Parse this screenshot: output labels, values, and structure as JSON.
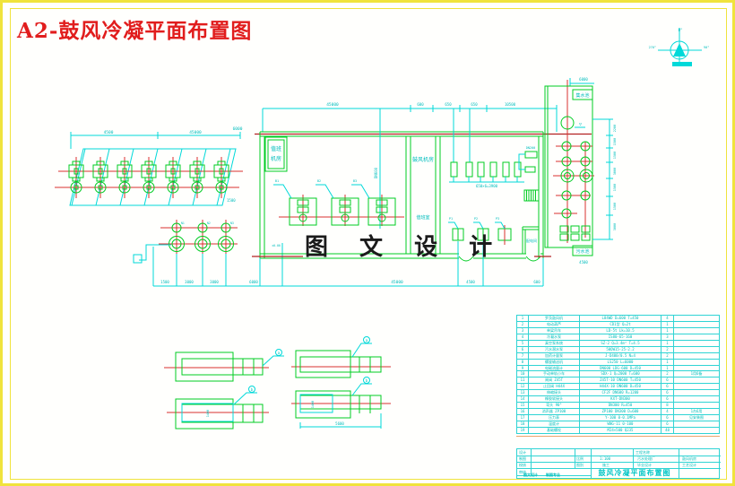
{
  "page": {
    "title": "A2-鼓风冷凝平面布置图",
    "watermark": "图 文 设 计"
  },
  "colors": {
    "cyan": "#00d9d9",
    "green": "#00cc22",
    "centerline_red": "#d93030",
    "wall_red": "#b32222",
    "frame_yellow": "#f0e33c",
    "title_red": "#e11d1d"
  },
  "compass": {
    "top": "0°",
    "left": "270°",
    "right": "90°"
  },
  "plan": {
    "left_row": {
      "dims": [
        "4500",
        "45000",
        "6000"
      ],
      "slope_note": "1500"
    },
    "cluster": {
      "dims": [
        "1500",
        "3000",
        "3000",
        "6000"
      ],
      "tags": [
        "N1",
        "N2",
        "N3"
      ]
    },
    "building": {
      "top_dims": [
        "45000",
        "600",
        "650",
        "650",
        "10500"
      ],
      "bottom_dims": [
        "45000",
        "4500",
        "600"
      ],
      "room_tl_line1": "值班",
      "room_tl_line2": "机房",
      "room_mid_top": "鼓风机房",
      "room_mid_bottom": "值班室",
      "room_br": "配电间",
      "pad_tags": [
        "B1",
        "B2",
        "B3"
      ],
      "pipe_label": "DN600",
      "blower_note": "650×6=3900",
      "fitting_label": "DN200",
      "pump_tags": [
        "P1",
        "P2",
        "P3"
      ],
      "level_note": "±0.00"
    },
    "strip": {
      "top_dim": "6000",
      "top_box": "集水池",
      "bottom_box": "污水池",
      "bottom_dim": "4500",
      "water_mark": "▽",
      "side_dims": [
        "2200",
        "1500",
        "1500",
        "3000",
        "1500",
        "1500",
        "3000"
      ]
    }
  },
  "details": {
    "tag_a": "a",
    "tag_b": "b",
    "dim_v1": "1400",
    "dim_v2": "1400",
    "dim_bottom": "5600"
  },
  "equipment_table": {
    "rows": [
      [
        "1",
        "罗茨鼓风机",
        "L84WD D=600 T=450",
        "4",
        ""
      ],
      [
        "2",
        "电动葫芦",
        "CD1型 Q=2t",
        "1",
        ""
      ],
      [
        "3",
        "单梁吊车",
        "LD-5t Lk=10.5",
        "1",
        ""
      ],
      [
        "4",
        "冷凝水泵",
        "IS80-65-160",
        "3",
        ""
      ],
      [
        "5",
        "真空泵系统",
        "SZ-2 Q=3.4m³ T=4.5",
        "1",
        ""
      ],
      [
        "6",
        "污水潜水泵",
        "50QW15-25-2.2",
        "2",
        ""
      ],
      [
        "7",
        "加药计量泵",
        "J-D400/0.5 N=4",
        "2",
        ""
      ],
      [
        "8",
        "螺旋输送机",
        "LS250 L=6000",
        "1",
        ""
      ],
      [
        "9",
        "电磁流量计",
        "DN600 LDG-600 D=450",
        "1",
        ""
      ],
      [
        "10",
        "手动单轨小车",
        "SDX-1 Q=2000 T=600",
        "2",
        "1用6备"
      ],
      [
        "11",
        "闸阀 Z45T",
        "Z45T-10 DN600 T=450",
        "6",
        ""
      ],
      [
        "12",
        "止回阀 H44X",
        "H44X-10 DN600 D=450",
        "6",
        ""
      ],
      [
        "13",
        "伸缩接头",
        "CF2F DN600 R=1200",
        "6",
        ""
      ],
      [
        "14",
        "橡胶软接头",
        "KXT-DN300",
        "6",
        ""
      ],
      [
        "15",
        "弯头 90°",
        "DN300 R=450",
        "8",
        ""
      ],
      [
        "16",
        "消声器 ZP100",
        "ZP100 DN300 D=600",
        "4",
        "1台6用"
      ],
      [
        "17",
        "压力表",
        "Y-100 0-0.1MPa",
        "6",
        "见安装图"
      ],
      [
        "18",
        "温度计",
        "WNG-11 0-100",
        "6",
        ""
      ],
      [
        "19",
        "基础螺栓",
        "M24×500 Q235",
        "48",
        ""
      ]
    ]
  },
  "title_block": {
    "left_labels": [
      "设计",
      "制图",
      "校核",
      "审核"
    ],
    "mid_scale_label": "比例",
    "mid_scale": "1:100",
    "mid_type_label": "图别",
    "mid_type": "施工",
    "right_label": "工程名称",
    "right_val1": "污水处理厂",
    "right_val2": "毕业设计",
    "far_val1": "鼓风机房",
    "far_val2": "工艺设计",
    "drawing_title": "鼓风冷凝平面布置图",
    "bottom_left_a": "图文设计",
    "bottom_left_b": "制图专业"
  }
}
